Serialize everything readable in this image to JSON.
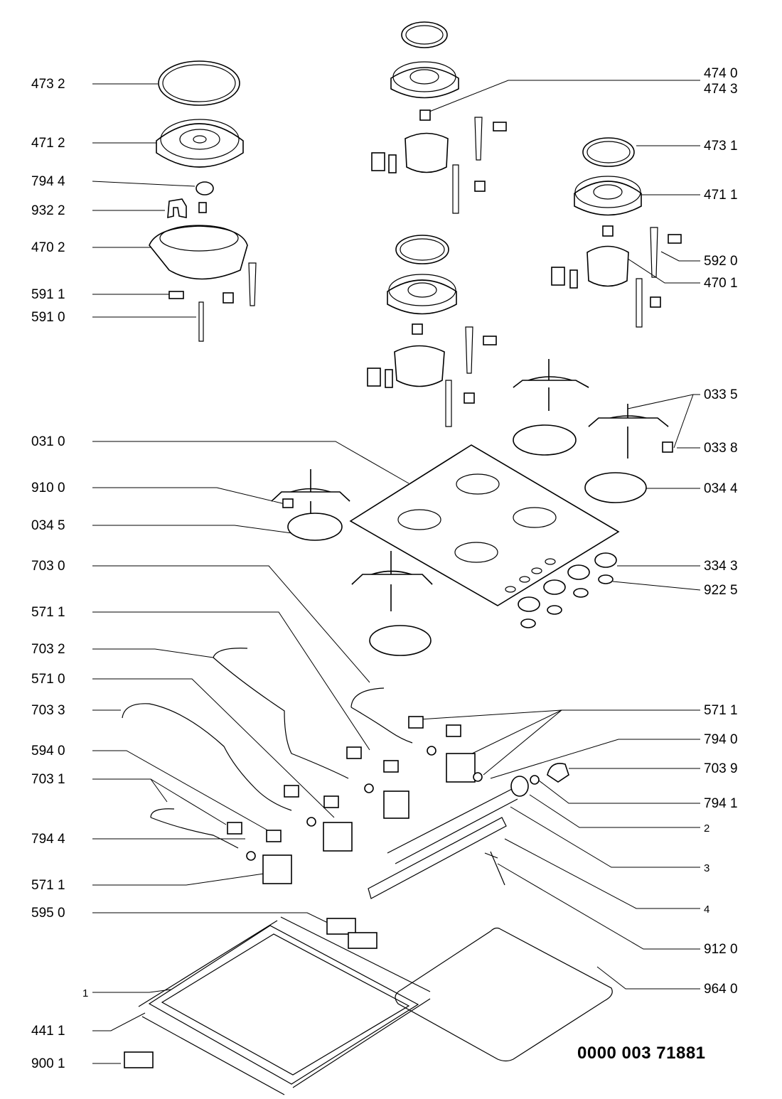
{
  "labels": [
    {
      "id": "L1",
      "text": "473 2",
      "side": "left"
    },
    {
      "id": "L2",
      "text": "471 2",
      "side": "left"
    },
    {
      "id": "L3",
      "text": "794 4",
      "side": "left"
    },
    {
      "id": "L4",
      "text": "932 2",
      "side": "left"
    },
    {
      "id": "L5",
      "text": "470 2",
      "side": "left"
    },
    {
      "id": "L6",
      "text": "591 1",
      "side": "left"
    },
    {
      "id": "L7",
      "text": "591 0",
      "side": "left"
    },
    {
      "id": "L8",
      "text": "031 0",
      "side": "left"
    },
    {
      "id": "L9",
      "text": "910 0",
      "side": "left"
    },
    {
      "id": "L10",
      "text": "034 5",
      "side": "left"
    },
    {
      "id": "L11",
      "text": "703 0",
      "side": "left"
    },
    {
      "id": "L12",
      "text": "571 1",
      "side": "left"
    },
    {
      "id": "L13",
      "text": "703 2",
      "side": "left"
    },
    {
      "id": "L14",
      "text": "571 0",
      "side": "left"
    },
    {
      "id": "L15",
      "text": "703 3",
      "side": "left"
    },
    {
      "id": "L16",
      "text": "594 0",
      "side": "left"
    },
    {
      "id": "L17",
      "text": "703 1",
      "side": "left"
    },
    {
      "id": "L18",
      "text": "794 4",
      "side": "left"
    },
    {
      "id": "L19",
      "text": "571 1",
      "side": "left"
    },
    {
      "id": "L20",
      "text": "595 0",
      "side": "left"
    },
    {
      "id": "L21",
      "text": "1",
      "side": "left"
    },
    {
      "id": "L22",
      "text": "441 1",
      "side": "left"
    },
    {
      "id": "L23",
      "text": "900 1",
      "side": "left"
    },
    {
      "id": "R1",
      "text": "474 0",
      "side": "right"
    },
    {
      "id": "R2",
      "text": "474 3",
      "side": "right"
    },
    {
      "id": "R3",
      "text": "473 1",
      "side": "right"
    },
    {
      "id": "R4",
      "text": "471 1",
      "side": "right"
    },
    {
      "id": "R5",
      "text": "592 0",
      "side": "right"
    },
    {
      "id": "R6",
      "text": "470 1",
      "side": "right"
    },
    {
      "id": "R7",
      "text": "033 5",
      "side": "right"
    },
    {
      "id": "R8",
      "text": "033 8",
      "side": "right"
    },
    {
      "id": "R9",
      "text": "034 4",
      "side": "right"
    },
    {
      "id": "R10",
      "text": "334 3",
      "side": "right"
    },
    {
      "id": "R11",
      "text": "922 5",
      "side": "right"
    },
    {
      "id": "R12",
      "text": "571 1",
      "side": "right"
    },
    {
      "id": "R13",
      "text": "794 0",
      "side": "right"
    },
    {
      "id": "R14",
      "text": "703 9",
      "side": "right"
    },
    {
      "id": "R15",
      "text": "794 1",
      "side": "right"
    },
    {
      "id": "R16",
      "text": "2",
      "side": "right"
    },
    {
      "id": "R17",
      "text": "3",
      "side": "right"
    },
    {
      "id": "R18",
      "text": "4",
      "side": "right"
    },
    {
      "id": "R19",
      "text": "912 0",
      "side": "right"
    },
    {
      "id": "R20",
      "text": "964 0",
      "side": "right"
    }
  ],
  "document_number": "0000 003 71881"
}
